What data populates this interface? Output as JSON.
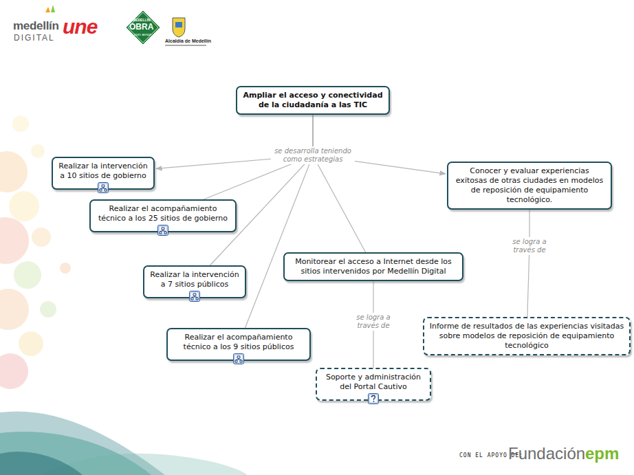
{
  "diagram": {
    "nodes": [
      {
        "text": [
          "Ampliar el acceso y conectividad de la ciudadanía a las TIC"
        ]
      },
      {
        "text": [
          "Realizar la intervención a 10 sitios de gobierno"
        ]
      },
      {
        "text": [
          "Realizar el acompañamiento técnico a los 25 sitios de gobierno"
        ]
      },
      {
        "text": [
          "Realizar la intervención a 7 sitios públicos"
        ]
      },
      {
        "text": [
          "Realizar el acompañamiento técnico a los 9 sitios públicos"
        ]
      },
      {
        "text": [
          "Monitorear el acceso a Internet desde los sitios intervenidos por Medellín Digital"
        ]
      },
      {
        "text": [
          "Conocer y evaluar experiencias exitosas de otras ciudades en modelos de reposición de equipamiento tecnológico."
        ]
      },
      {
        "text": [
          "Soporte y administración del Portal Cautivo"
        ]
      },
      {
        "text": [
          "Informe de resultados de las experiencias visitadas sobre modelos de reposición de equipamiento tecnológico"
        ]
      }
    ],
    "edges": [
      {
        "from": 0,
        "to": 1,
        "arrow": "to",
        "label": "se desarrolla teniendo como estrategias"
      },
      {
        "from": 0,
        "to": 2,
        "arrow": "none"
      },
      {
        "from": 0,
        "to": 3,
        "arrow": "none"
      },
      {
        "from": 0,
        "to": 4,
        "arrow": "none"
      },
      {
        "from": 0,
        "to": 5,
        "arrow": "none"
      },
      {
        "from": 0,
        "to": 6,
        "arrow": "to"
      },
      {
        "from": 5,
        "to": 7,
        "arrow": "none",
        "label": "se logra a través de"
      },
      {
        "from": 6,
        "to": 8,
        "arrow": "none",
        "label": "se logra a través de"
      }
    ],
    "labels": [
      "medellín",
      "DIGITAL",
      "une",
      "MEDELLÍN",
      "OBRA",
      "con amor",
      "Alcaldía de Medellín",
      "CON EL APOYO DE:",
      "Fundación",
      "epm"
    ]
  }
}
